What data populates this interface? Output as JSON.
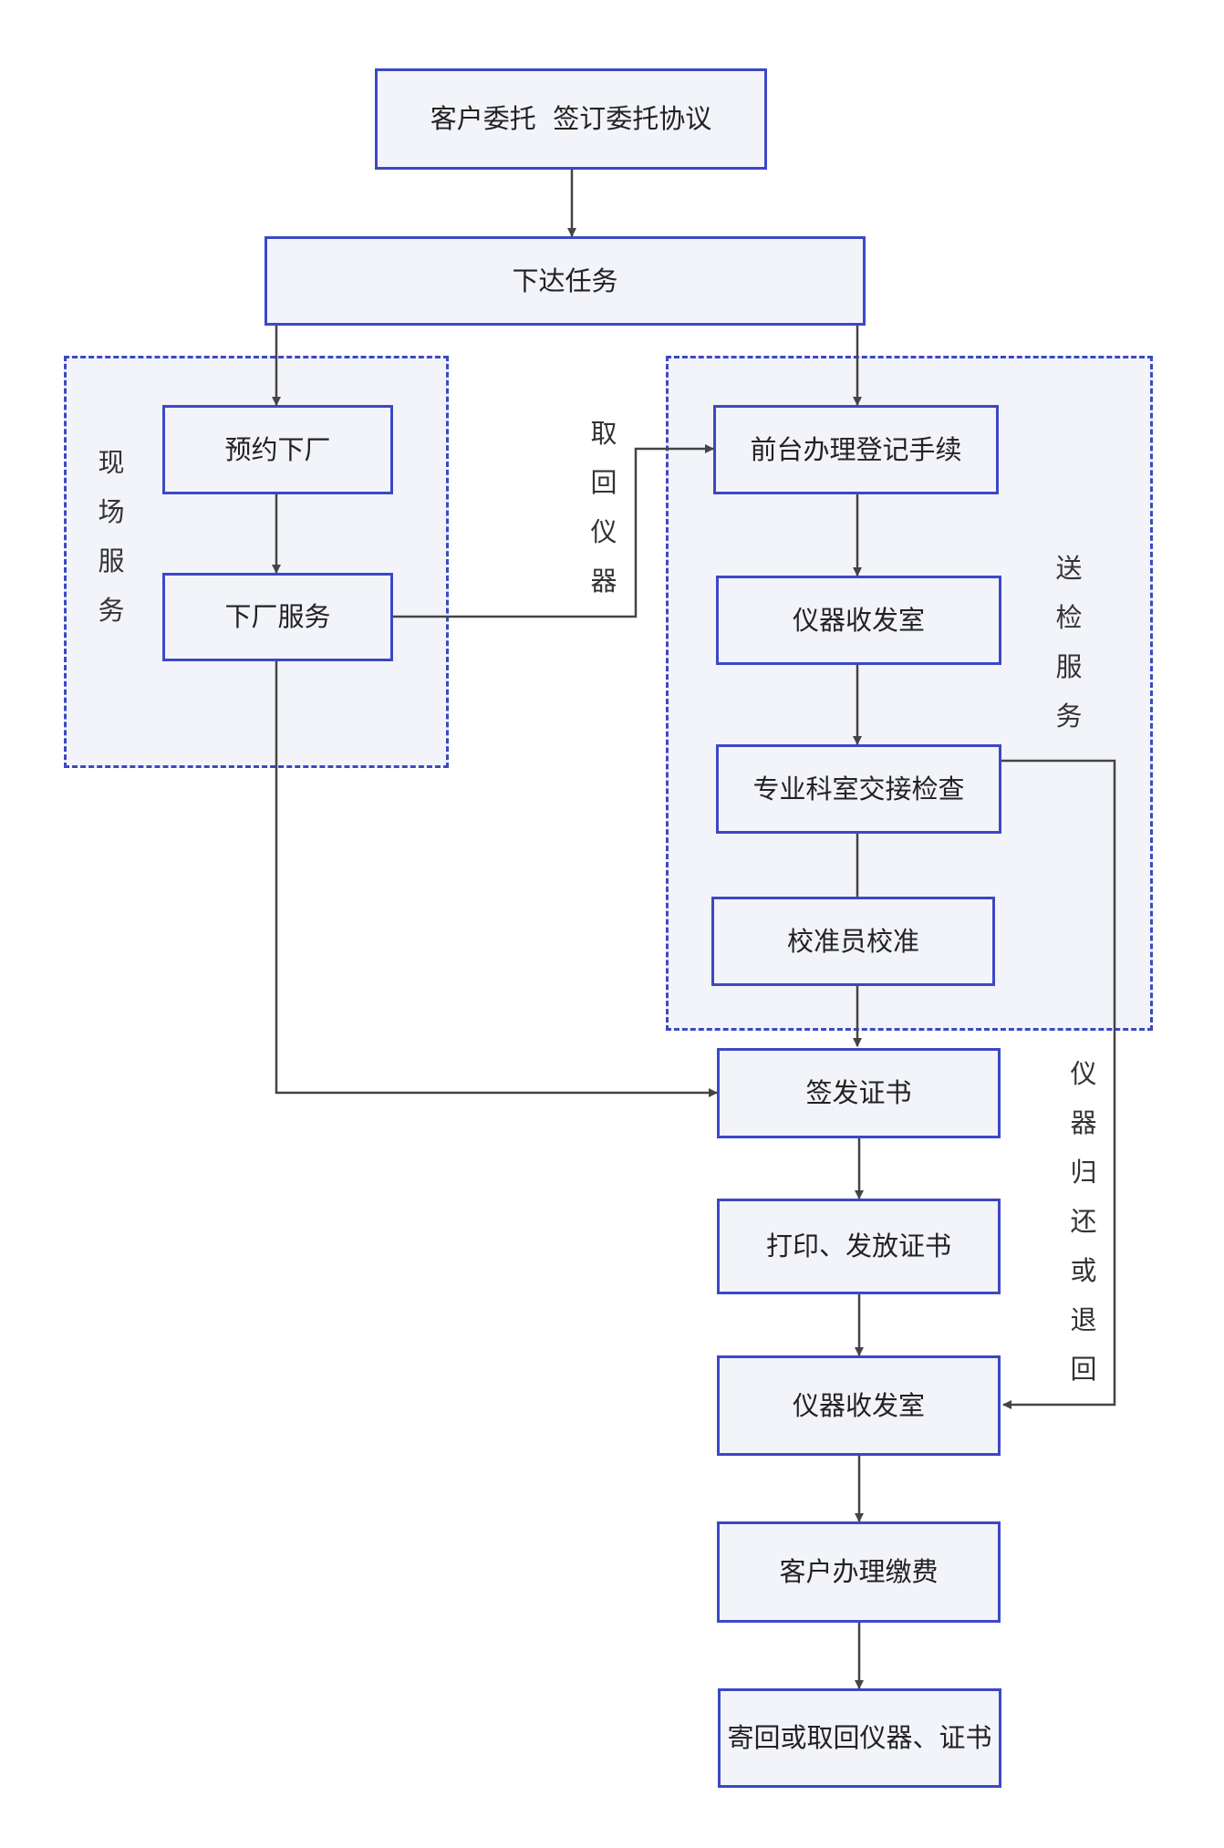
{
  "groups": {
    "onsite": {
      "label": "现场服务"
    },
    "send": {
      "label": "送检服务"
    }
  },
  "nodes": {
    "entrust": "客户委托  签订委托协议",
    "assign": "下达任务",
    "appointment": "预约下厂",
    "onsite_service": "下厂服务",
    "registration": "前台办理登记手续",
    "receiving_room_1": "仪器收发室",
    "handover": "专业科室交接检查",
    "calibration": "校准员校准",
    "issue_cert": "签发证书",
    "print_cert": "打印、发放证书",
    "receiving_room_2": "仪器收发室",
    "payment": "客户办理缴费",
    "return": "寄回或取回仪器、证书"
  },
  "edge_labels": {
    "pickup": "取回仪器",
    "return_or_back": "仪器归还或退回"
  },
  "colors": {
    "border": "#3c48c6",
    "fill": "#f3f4f9",
    "line": "#444444"
  }
}
